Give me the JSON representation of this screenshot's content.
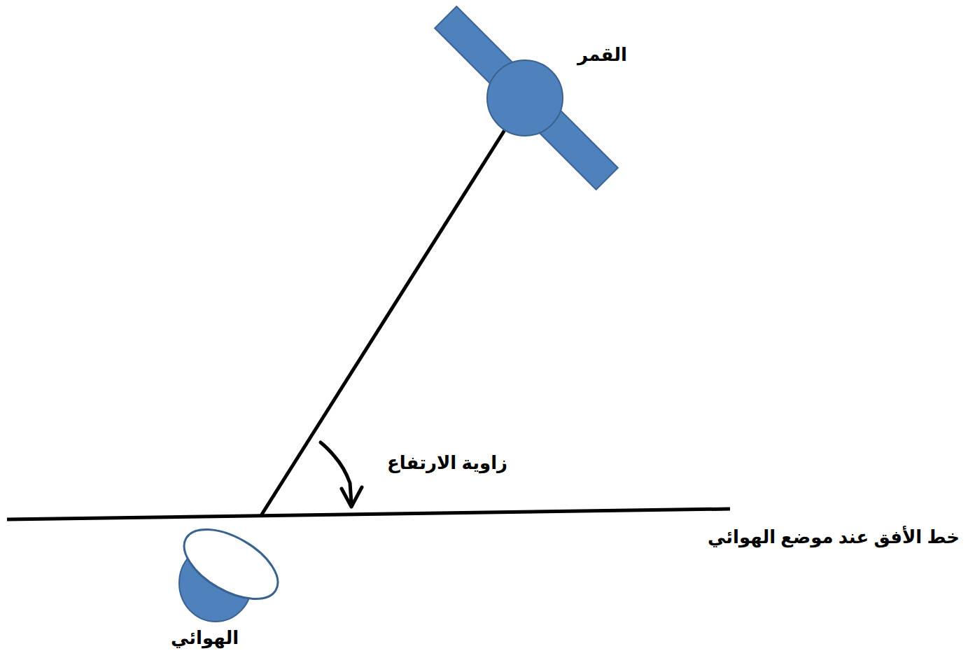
{
  "diagram": {
    "nodes": [
      {
        "text": [
          "القمر"
        ]
      },
      {
        "text": [
          "الهوائي"
        ]
      }
    ],
    "edges": [
      {
        "from": 0,
        "to": 1,
        "arrow": "none"
      }
    ],
    "labels": [
      "زاوية الارتفاع",
      "خط الأفق عند موضع الهوائي"
    ]
  }
}
